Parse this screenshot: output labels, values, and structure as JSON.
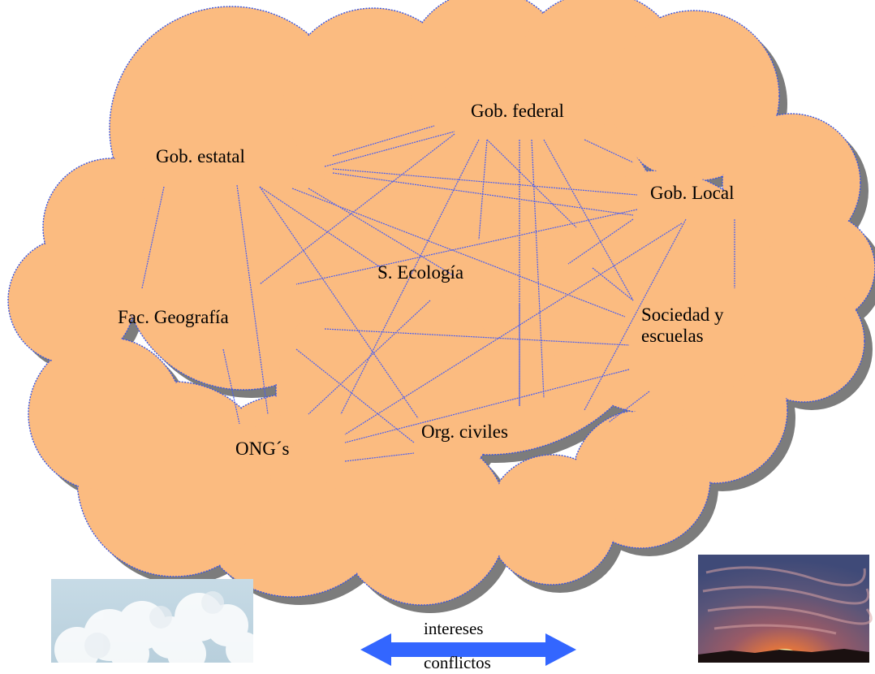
{
  "colors": {
    "cloud_fill": "#fbbb80",
    "cloud_outline": "#3a55e0",
    "cloud_shadow": "#7c7c7c",
    "link_line": "#4a5ef0",
    "arrow": "#3366ff"
  },
  "nodes": [
    {
      "id": "gob-federal",
      "label": "Gob. federal"
    },
    {
      "id": "gob-estatal",
      "label": "Gob. estatal"
    },
    {
      "id": "gob-local",
      "label": "Gob. Local"
    },
    {
      "id": "s-ecologia",
      "label": "S. Ecología"
    },
    {
      "id": "fac-geografia",
      "label": "Fac. Geografía"
    },
    {
      "id": "sociedad",
      "label": "Sociedad y escuelas",
      "lines": [
        "Sociedad y",
        "escuelas"
      ]
    },
    {
      "id": "ongs",
      "label": "ONG´s"
    },
    {
      "id": "org-civiles",
      "label": "Org. civiles"
    }
  ],
  "legend": {
    "icon": "double-arrow-icon",
    "top_label": "intereses",
    "bottom_label": "conflictos"
  },
  "images": [
    {
      "name": "sky-clouds-photo",
      "icon": "clouds-photo"
    },
    {
      "name": "sunset-photo",
      "icon": "sunset-photo"
    }
  ]
}
